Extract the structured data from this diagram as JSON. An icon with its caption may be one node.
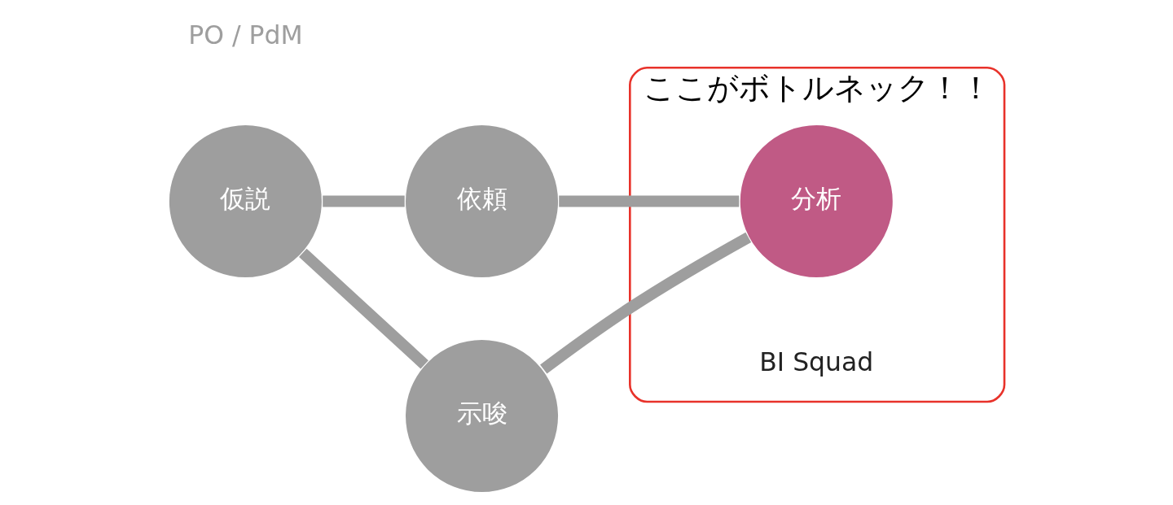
{
  "diagram": {
    "nodes": [
      {
        "text": [
          "依頼"
        ]
      },
      {
        "text": [
          "PO / PdM"
        ]
      },
      {
        "text": [
          "仮説"
        ]
      },
      {
        "text": [
          "ここがボトルネック！！"
        ]
      },
      {
        "text": [
          "分析"
        ],
        "in": 3
      },
      {
        "text": [
          "BI Squad"
        ],
        "in": 3
      },
      {
        "text": [
          "示唆"
        ]
      }
    ],
    "edges": [
      {
        "from": 0,
        "to": 4,
        "arrow": "none"
      },
      {
        "from": 4,
        "to": 6,
        "arrow": "none"
      },
      {
        "from": 6,
        "to": 2,
        "arrow": "none"
      },
      {
        "from": 2,
        "to": 0,
        "arrow": "none"
      }
    ]
  }
}
